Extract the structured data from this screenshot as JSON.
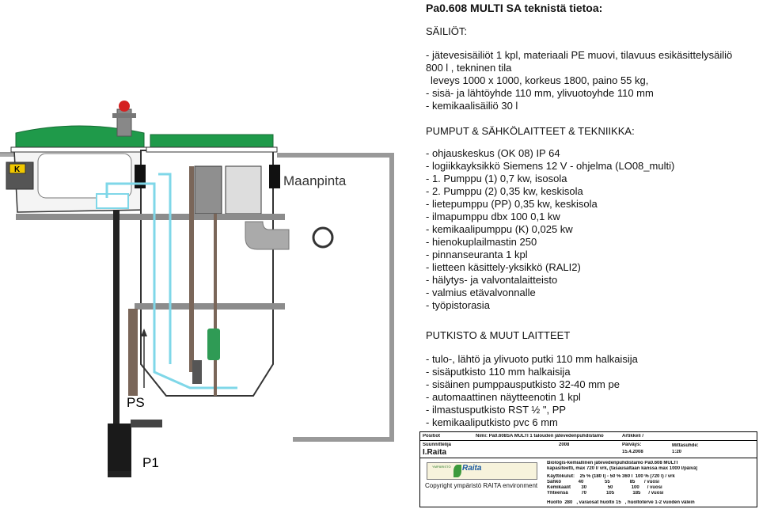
{
  "title": "Pa0.608 MULTI SA  teknistä tietoa:",
  "sections": [
    {
      "heading": "SÄILIÖT:",
      "lines": [
        "- jätevesisäiliöt  1 kpl, materiaali PE muovi, tilavuus esikäsittelysäiliö",
        "800 l , tekninen tila",
        "  leveys 1000 x 1000, korkeus 1800, paino 55 kg,",
        "- sisä- ja lähtöyhde 110 mm, ylivuotoyhde 110 mm",
        "- kemikaalisäiliö 30 l"
      ]
    },
    {
      "heading": "PUMPUT & SÄHKÖLAITTEET & TEKNIIKKA:",
      "lines": [
        "-  ohjauskeskus (OK 08) IP 64",
        "-  logiikkayksikkö Siemens 12 V - ohjelma (LO08_multi)",
        "-  1. Pumppu  (1) 0,7 kw, isosola",
        "-  2. Pumppu (2) 0,35 kw, keskisola",
        "-  lietepumppu (PP) 0,35 kw, keskisola",
        "-  ilmapumppu dbx 100 0,1  kw",
        "-  kemikaalipumppu (K) 0,025 kw",
        "-  hienokuplailmastin 250",
        "-  pinnanseuranta 1 kpl",
        "-  lietteen käsittely-yksikkö (RALI2)",
        "-  hälytys- ja valvontalaitteisto",
        "-  valmius etävalvonnalle",
        "-  työpistorasia"
      ]
    },
    {
      "heading": "PUTKISTO & MUUT LAITTEET",
      "lines": [
        "- tulo-, lähtö ja ylivuoto putki 110 mm halkaisija",
        "- sisäputkisto 110 mm halkaisija",
        "- sisäinen pumppausputkisto 32-40 mm pe",
        "- automaattinen näytteenotin 1 kpl",
        "- ilmastusputkisto RST ½ \", PP",
        "- kemikaaliputkisto pvc 6 mm"
      ]
    }
  ],
  "diagram": {
    "ground_label": "Maanpinta",
    "ps_label": "PS",
    "p1_label": "P1",
    "k_label": "K"
  },
  "titleblock": {
    "positiot_label": "Positiot",
    "nimi_label": "Nimi: Pa0.608SA MULTI 1 talouden jätevedenpuhdistamo",
    "artikkeli_label": "Artikkeli /",
    "suunnittelija_label": "Suunnittelija",
    "suunnittelija_value": "I.Raita",
    "year": "2008",
    "paivays_label": "Päiväys:",
    "paivays_value": "15.4.2008",
    "mittasuhde_label": "Mittasuhde:",
    "mittasuhde_value": "1:20",
    "logo_small": "YMPÄRISTÖ",
    "logo_text": "Raita",
    "copyright": "Copyright ympäristö RAITA environment",
    "desc1": "Biologis-kemiallinen jätevedenpuhdistamo Pa0.608 MULTI",
    "desc2": "kapasiteetti, max 720 l/ vrk, (tasausaltaan kanssa max 1000 l/päivä)",
    "kaytto_header": "Käyttökulut:    25 % (180 l) - 50 % 360 l  100 % (720 l) / vrk",
    "sahko": "Sähkö             40                55               85       / vuosi",
    "kemikaalit": "Kemikaalit        30                50              100      / vuosi",
    "yhteensa": "Yhteensä          70               105              185      / vuosi",
    "huolto": "Huolto  280   , varaosat huolto 15   , huoltoterve 1-2 vuoden välein"
  },
  "colors": {
    "lid_green": "#1f9a4a",
    "tank_outline": "#333333",
    "pipe_cyan": "#7fd7e8",
    "pipe_brown": "#7a6659",
    "beam_gray": "#8c8c8c",
    "red_light": "#d42020",
    "k_yellow": "#f1c800",
    "pump_green": "#2f9b55"
  }
}
